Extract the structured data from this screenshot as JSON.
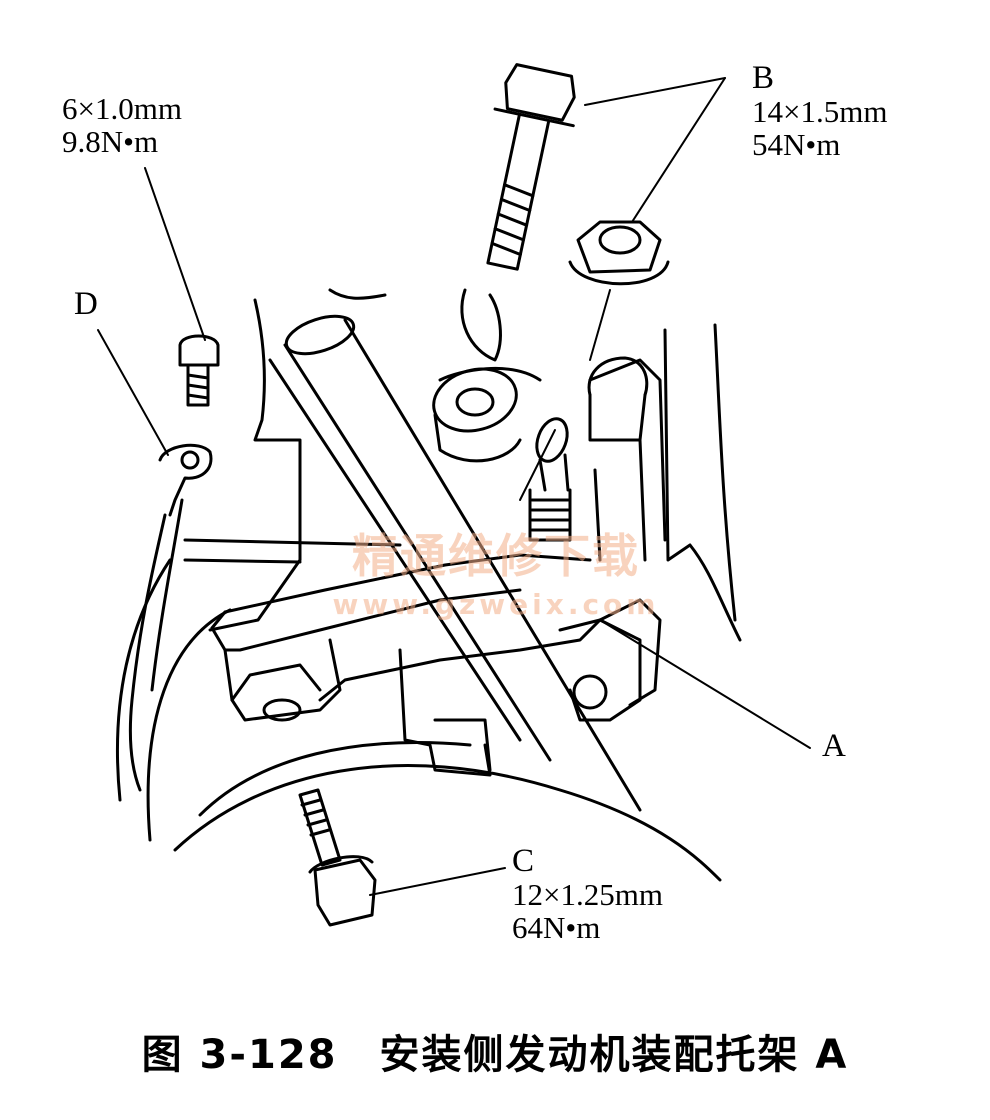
{
  "labels": {
    "d": {
      "name": "D",
      "spec": "6×1.0mm",
      "torque": "9.8N•m"
    },
    "b": {
      "name": "B",
      "spec": "14×1.5mm",
      "torque": "54N•m"
    },
    "c": {
      "name": "C",
      "spec": "12×1.25mm",
      "torque": "64N•m"
    },
    "a": {
      "name": "A"
    }
  },
  "watermark": {
    "title": "精通维修下载",
    "url": "www.gzweix.com",
    "color": "#f3b08a"
  },
  "caption": "图 3-128　安装侧发动机装配托架 A"
}
